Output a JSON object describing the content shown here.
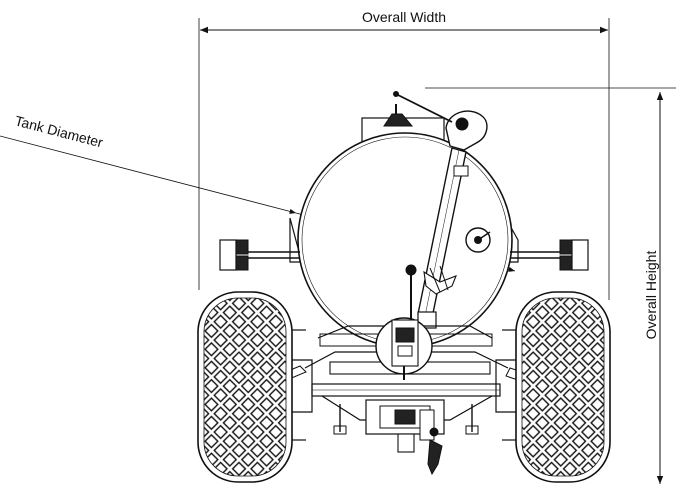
{
  "diagram": {
    "labels": {
      "overall_width": "Overall Width",
      "overall_height": "Overall Height",
      "tank_diameter": "Tank Diameter"
    },
    "colors": {
      "line": "#111111",
      "background": "#ffffff"
    }
  }
}
